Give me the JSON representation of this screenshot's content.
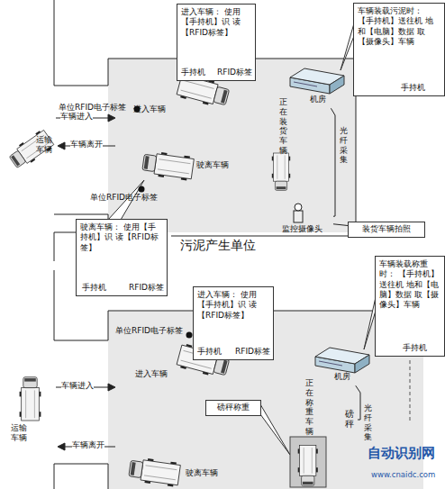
{
  "diagram": {
    "nodes": [
      {
        "text": [
          "进入车辆： 使用【手持机】识 读【RFID标签】",
          "手持机",
          "RFID标签"
        ]
      },
      {
        "text": [
          "车辆装载污泥时： 【手持机】送往机 地和【电脑】数据 取【摄像头】车辆",
          "手持机"
        ]
      },
      {
        "text": [
          "机房"
        ]
      },
      {
        "text": [
          "监控摄像头"
        ]
      },
      {
        "text": [
          "装货车辆拍照"
        ]
      },
      {
        "text": [
          "驶离车辆： 使用【手持机】识 读【RFID标签】",
          "手持机",
          "RFID标签"
        ]
      },
      {
        "text": [
          "进入车辆： 使用【手持机】识 读【RFID标签】",
          "手持机",
          "RFID标签"
        ]
      },
      {
        "text": [
          "车辆装载称重时： 【手持机】送往机 地和【电脑】数据 取【摄像头】车辆",
          "手持机"
        ]
      },
      {
        "text": [
          "机房"
        ]
      },
      {
        "text": [
          "磅秤"
        ]
      },
      {
        "text": [
          "磅秤称重"
        ]
      }
    ],
    "edges": [
      {
        "from": 3,
        "to": 2,
        "label": "光纤采集",
        "arrow": "none"
      },
      {
        "from": 4,
        "to": 3,
        "arrow": "none"
      },
      {
        "from": 9,
        "to": 8,
        "label": "光纤采集",
        "arrow": "none"
      }
    ],
    "labels": [
      "单位RFID电子标签",
      "进入车辆",
      "运输车辆",
      "车辆进入",
      "车辆离开",
      "驶离车辆",
      "单位RFID电子标签",
      "正在装货车辆",
      "污泥产生单位",
      "单位RFID电子标签",
      "进入车辆",
      "运输车辆",
      "车辆进入",
      "车辆离开",
      "正在称重车辆",
      "驶离车辆",
      "自动识别网",
      "www.cnaidc.com"
    ]
  }
}
